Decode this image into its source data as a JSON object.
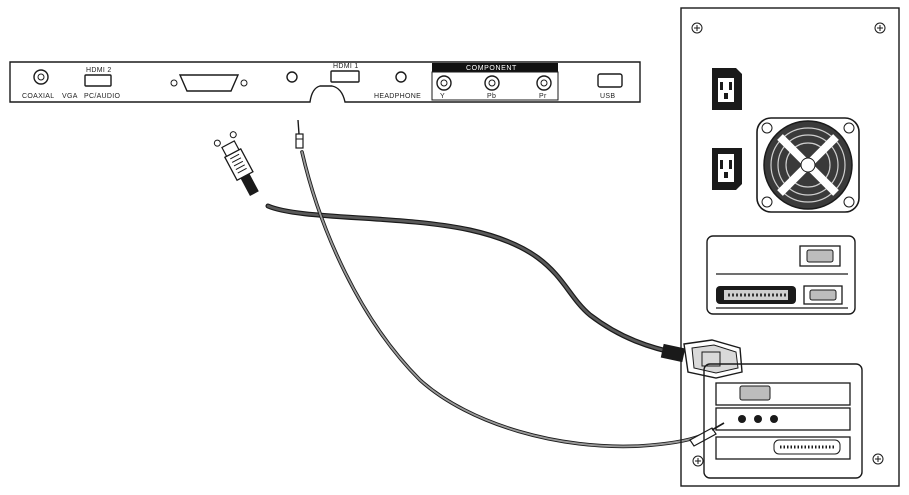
{
  "panel": {
    "labels": {
      "coaxial": "COAXIAL",
      "vga": "VGA",
      "pc_audio": "PC/AUDIO",
      "hdmi2": "HDMI 2",
      "hdmi1": "HDMI 1",
      "headphone": "HEADPHONE",
      "component": "COMPONENT",
      "y": "Y",
      "pb": "Pb",
      "pr": "Pr",
      "usb": "USB"
    }
  },
  "colors": {
    "line": "#1a1a1a",
    "fan_fill": "#3a3a3a",
    "vga_cable": "#4a4a4a",
    "audio_cable": "#8a8a8a",
    "component_bar": "#111111"
  }
}
